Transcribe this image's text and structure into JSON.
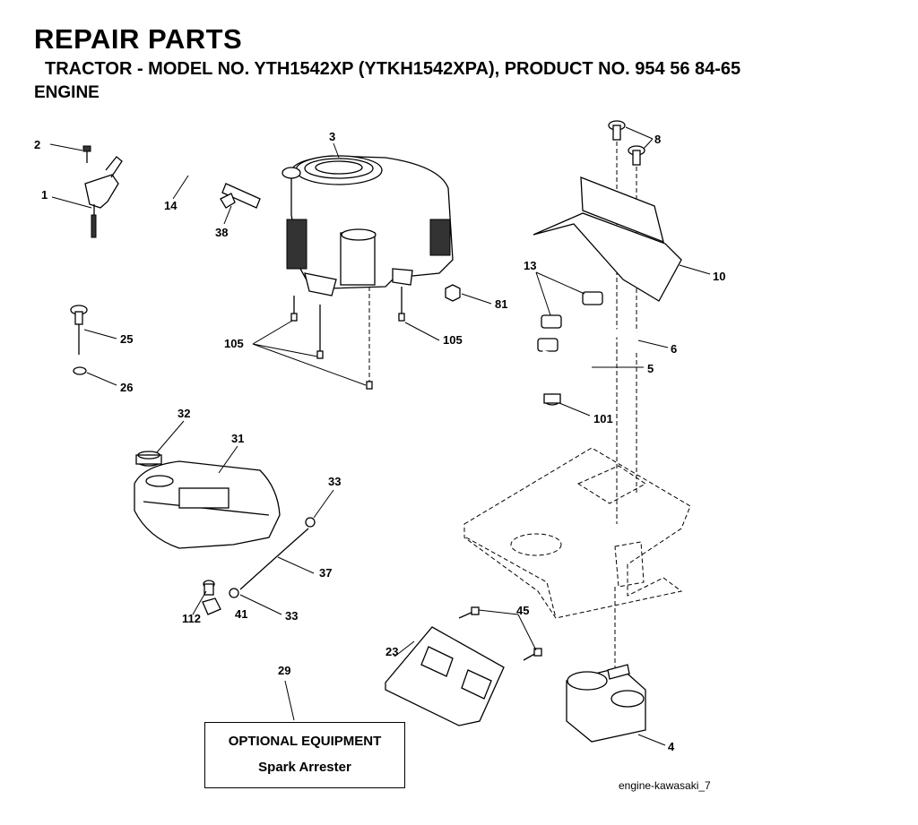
{
  "header": {
    "title": "REPAIR PARTS",
    "subtitle": "TRACTOR - MODEL NO. YTH1542XP (YTKH1542XPA), PRODUCT NO. 954 56 84-65",
    "section": "ENGINE"
  },
  "callouts": {
    "c1": "1",
    "c2": "2",
    "c3": "3",
    "c4": "4",
    "c5": "5",
    "c6": "6",
    "c8": "8",
    "c10": "10",
    "c13": "13",
    "c14": "14",
    "c23": "23",
    "c25": "25",
    "c26": "26",
    "c29": "29",
    "c31": "31",
    "c32": "32",
    "c33a": "33",
    "c33b": "33",
    "c37": "37",
    "c38": "38",
    "c41": "41",
    "c45": "45",
    "c81": "81",
    "c101": "101",
    "c105a": "105",
    "c105b": "105",
    "c112": "112"
  },
  "optional_box": {
    "heading": "OPTIONAL EQUIPMENT",
    "item": "Spark Arrester"
  },
  "figure_id": "engine-kawasaki_7"
}
